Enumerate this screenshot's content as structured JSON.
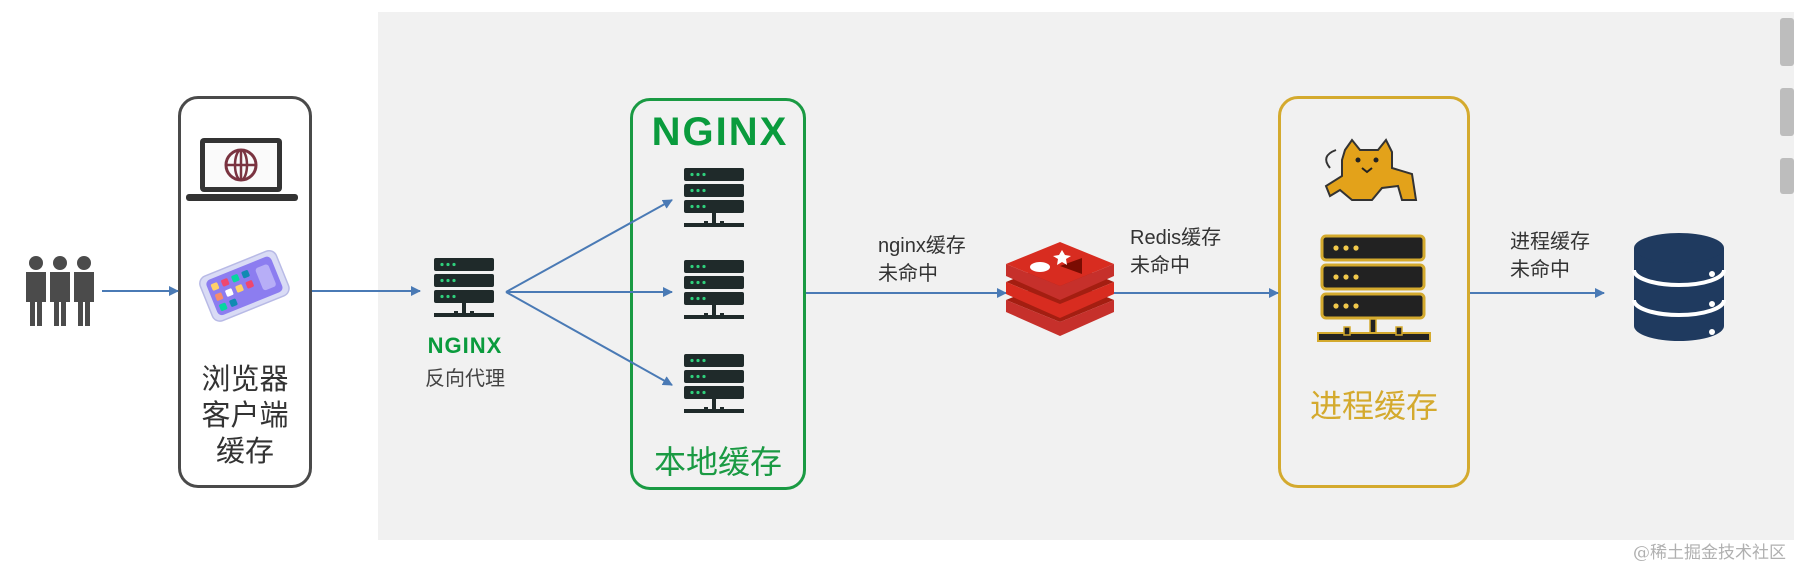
{
  "nodes": {
    "users": {
      "icon": "users-icon"
    },
    "browser_client_cache": {
      "label": "浏览器\n客户端\n缓存",
      "icons": [
        "laptop-globe-icon",
        "smartphone-icon"
      ]
    },
    "nginx_reverse_proxy": {
      "logo_text": "NGINX",
      "label": "反向代理",
      "icon": "server-icon"
    },
    "nginx_local_cache": {
      "logo_text": "NGINX",
      "label": "本地缓存",
      "icons": [
        "server-icon",
        "server-icon",
        "server-icon"
      ]
    },
    "redis": {
      "icon": "redis-icon"
    },
    "process_cache": {
      "label": "进程缓存",
      "icons": [
        "tomcat-icon",
        "server-icon"
      ]
    },
    "database": {
      "icon": "database-icon"
    }
  },
  "edges": [
    {
      "from": "users",
      "to": "browser_client_cache",
      "label": ""
    },
    {
      "from": "browser_client_cache",
      "to": "nginx_reverse_proxy",
      "label": ""
    },
    {
      "from": "nginx_reverse_proxy",
      "to": "nginx_local_cache",
      "label": ""
    },
    {
      "from": "nginx_local_cache",
      "to": "redis",
      "label": "nginx缓存\n未命中"
    },
    {
      "from": "redis",
      "to": "process_cache",
      "label": "Redis缓存\n未命中"
    },
    {
      "from": "process_cache",
      "to": "database",
      "label": "进程缓存\n未命中"
    }
  ],
  "colors": {
    "panel_background": "#f1f1f1",
    "arrow": "#4a7ab5",
    "browser_border": "#4a4a4a",
    "local_cache_green": "#1a9a43",
    "process_cache_gold": "#d4aa2e",
    "server_dark": "#1f2a2a",
    "server_led": "#2fd07c",
    "redis_red": "#d82c20",
    "database_navy": "#1f3a5f"
  },
  "watermark": "@稀土掘金技术社区"
}
